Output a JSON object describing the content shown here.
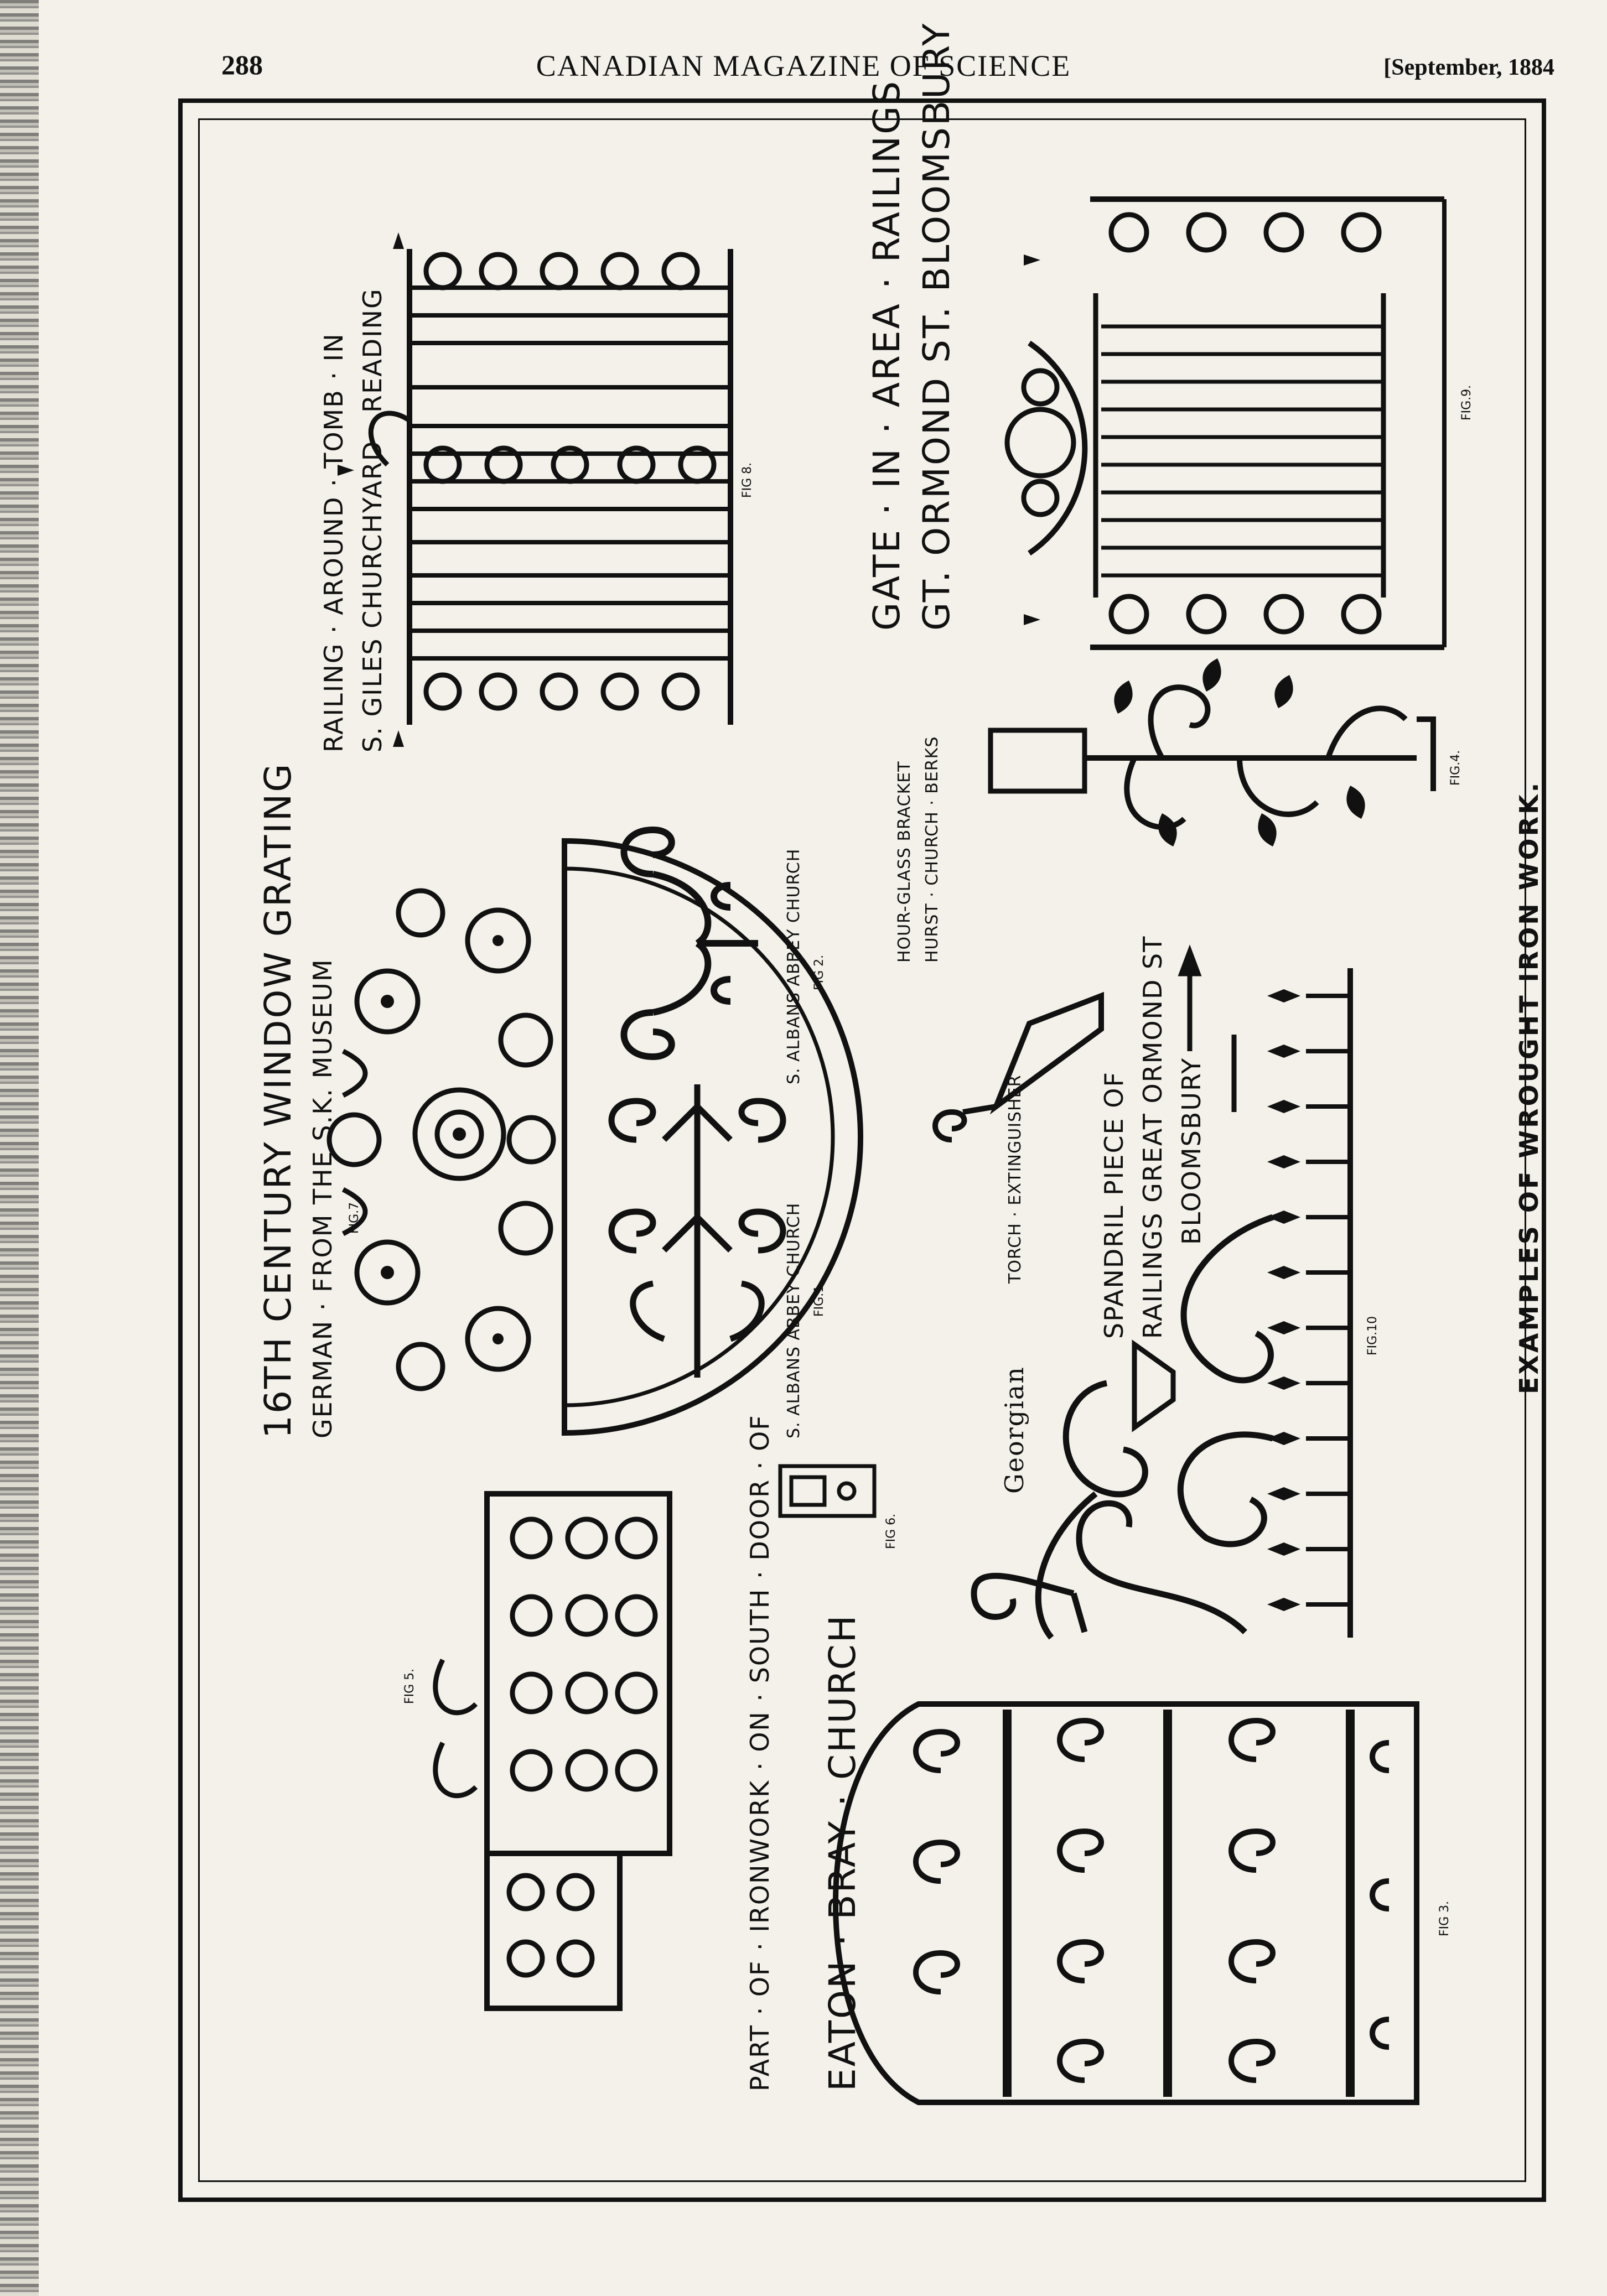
{
  "page": {
    "number": "288",
    "title": "CANADIAN MAGAZINE OF SCIENCE",
    "date": "[September, 1884"
  },
  "plate": {
    "caption": "EXAMPLES OF WROUGHT IRON WORK.",
    "labels": {
      "fig7_title": "16TH CENTURY WINDOW GRATING",
      "fig7_sub": "GERMAN · FROM THE S.K. MUSEUM",
      "fig7": "FIG.7.",
      "fig1_cap": "S. ALBANS ABBEY CHURCH",
      "fig1": "FIG.1.",
      "fig2_cap": "S. ALBANS ABBEY CHURCH",
      "fig2": "FIG 2.",
      "torch": "TORCH · EXTINGUISHER",
      "spandril1": "SPANDRIL PIECE OF",
      "spandril2": "RAILINGS GREAT ORMOND ST",
      "spandril3": "BLOOMSBURY",
      "fig10": "FIG.10",
      "georgian": "Georgian",
      "fig6": "FIG 6.",
      "fig5": "FIG 5.",
      "eaton1": "PART · OF · IRONWORK · ON · SOUTH · DOOR · OF",
      "eaton2": "EATON · BRAY · CHURCH",
      "fig3": "FIG 3.",
      "hour1": "HOUR-GLASS BRACKET",
      "hour2": "HURST · CHURCH · BERKS",
      "fig4": "FIG.4.",
      "railing1": "RAILING · AROUND · TOMB · IN",
      "railing2": "S. GILES CHURCHYARD · READING",
      "fig8": "FIG 8.",
      "gate1": "GATE · IN · AREA · RAILINGS",
      "gate2": "GT. ORMOND ST. BLOOMSBURY",
      "fig9": "FIG.9."
    }
  }
}
